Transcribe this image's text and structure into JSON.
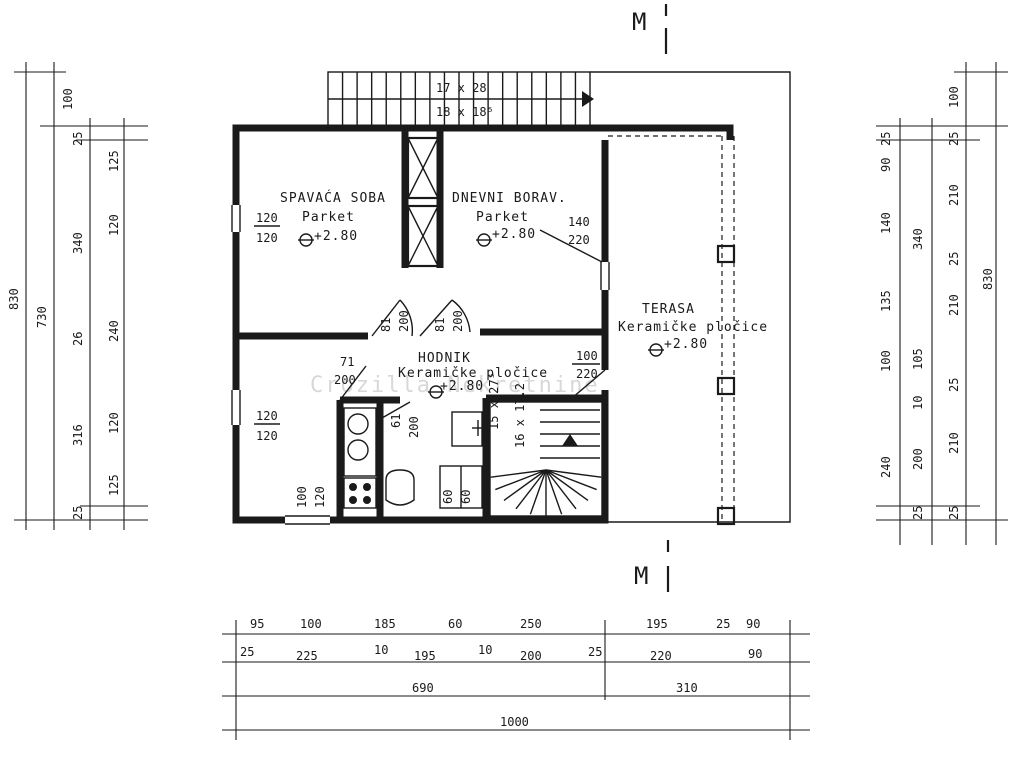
{
  "section_marks": {
    "top": "M",
    "bottom": "M"
  },
  "rooms": {
    "bedroom": {
      "name": "SPAVAĆA SOBA",
      "floor": "Parket",
      "level": "+2.80"
    },
    "living": {
      "name": "DNEVNI BORAV.",
      "floor": "Parket",
      "level": "+2.80"
    },
    "hallway": {
      "name": "HODNIK",
      "floor": "Keramičke pločice",
      "level": "+2.80"
    },
    "terrace": {
      "name": "TERASA",
      "floor": "Keramičke pločice",
      "level": "+2.80"
    }
  },
  "stairs": {
    "top_label_1": "17 x 28",
    "top_label_2": "18 x 18⁵",
    "inner_label_1": "15 x 27⁵",
    "inner_label_2": "16 x 17.2"
  },
  "openings": {
    "bed_window_a": "120",
    "bed_window_b": "120",
    "living_window_a": "140",
    "living_window_b": "220",
    "door1_a": "81",
    "door1_b": "200",
    "door2_a": "81",
    "door2_b": "200",
    "door3_a": "71",
    "door3_b": "200",
    "door4_a": "100",
    "door4_b": "220",
    "lower_window_a": "120",
    "lower_window_b": "120",
    "bottom_window_a": "100",
    "bottom_window_b": "120",
    "bath_door_a": "61",
    "bath_door_b": "200",
    "kitchen_a": "60",
    "kitchen_b": "60"
  },
  "dims_left": {
    "outer": "830",
    "mid": "730",
    "s1": [
      "100",
      "340",
      "26",
      "316"
    ],
    "s2": [
      "25",
      "125",
      "120",
      "240",
      "120",
      "125",
      "25"
    ]
  },
  "dims_right": {
    "outer": "830",
    "c1": [
      "25",
      "90",
      "140",
      "135",
      "100",
      "240",
      "25"
    ],
    "c2": [
      "100",
      "340",
      "105",
      "10",
      "200"
    ],
    "c3": [
      "25",
      "210",
      "25",
      "210",
      "25",
      "210",
      "25"
    ]
  },
  "dims_bottom": {
    "row1": [
      "95",
      "100",
      "185",
      "60",
      "250",
      "195",
      "25",
      "90"
    ],
    "row2": [
      "25",
      "225",
      "10",
      "195",
      "10",
      "200",
      "25",
      "220",
      "90"
    ],
    "row3": [
      "690",
      "310"
    ],
    "row4": "1000"
  },
  "watermark": "Crozilla Nekretnine"
}
